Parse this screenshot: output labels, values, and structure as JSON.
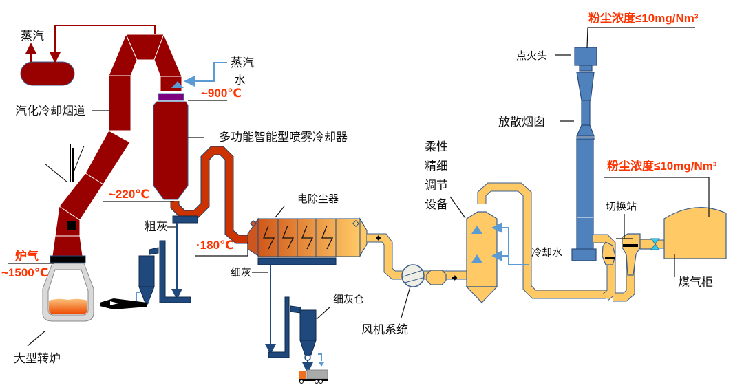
{
  "title": "转炉煤气干法除尘工艺流程",
  "labels": {
    "steam_top_left": "蒸汽",
    "steam_right": "蒸汽",
    "water": "水",
    "temp_900": "~900℃",
    "flue_duct": "汽化冷却烟道",
    "spray_cooler": "多功能智能型喷雾冷却器",
    "temp_220": "~220℃",
    "coarse_ash": "粗灰",
    "esp": "电除尘器",
    "temp_180": "·180℃",
    "fine_ash": "细灰",
    "fine_ash_bin": "细灰仓",
    "furnace_gas": "炉气",
    "temp_1500": "~1500℃",
    "converter": "大型转炉",
    "fan_system": "风机系统",
    "fine_adjust": [
      "柔性",
      "精细",
      "调节",
      "设备"
    ],
    "cooling_water": "冷却水",
    "igniter": "点火头",
    "stack": "放散烟囱",
    "dust_stack": "粉尘浓度≤10mg/Nm³",
    "dust_holder": "粉尘浓度≤10mg/Nm³",
    "switch_station": "切换站",
    "gas_holder": "煤气柜"
  },
  "colors": {
    "duct": "#990000",
    "hot_pipe": "#cc3300",
    "gas_pipe": "#ffc966",
    "equipment_blue": "#4f81bd",
    "ash_blue": "#1f497d",
    "water_blue": "#5b9bd5",
    "highlight_red": "#ff3300"
  }
}
